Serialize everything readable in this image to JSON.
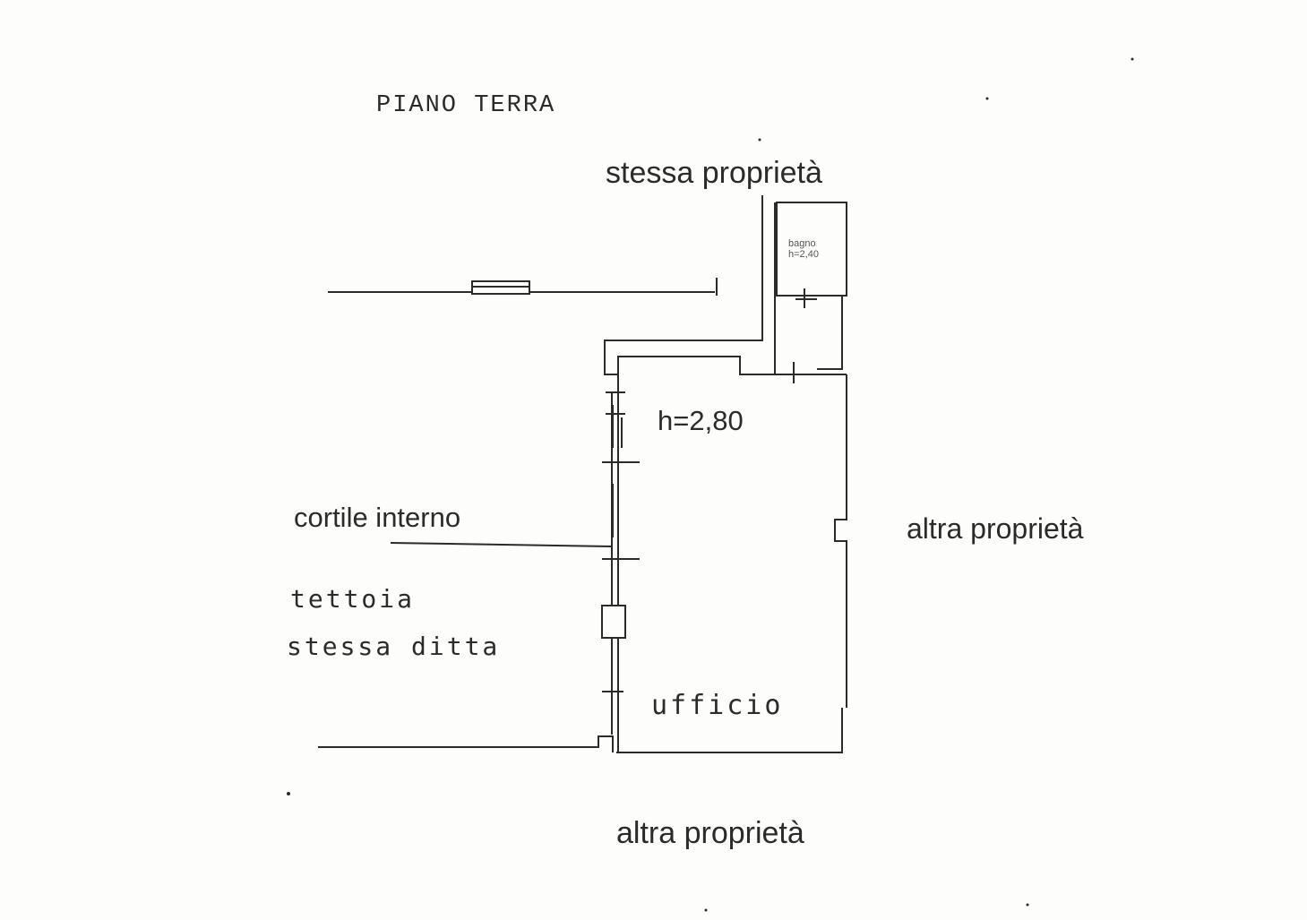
{
  "title": "PIANO TERRA",
  "labels": {
    "north": "stessa proprietà",
    "east": "altra proprietà",
    "south": "altra proprietà",
    "courtyard": "cortile interno",
    "canopy_line1": "tettoia",
    "canopy_line2": "stessa ditta",
    "height": "h=2,80",
    "office": "ufficio",
    "wc": "bagno h=2,40"
  },
  "colors": {
    "ink": "#2b2b2b",
    "paper": "#fdfdfb"
  }
}
